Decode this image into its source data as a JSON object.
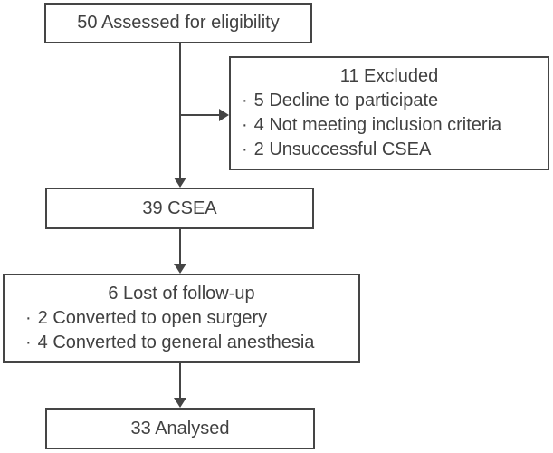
{
  "flowchart": {
    "bullet_char": "·",
    "colors": {
      "line": "#454545",
      "text": "#414141",
      "background": "#ffffff"
    },
    "boxes": {
      "assessed": {
        "label": "50 Assessed for eligibility"
      },
      "excluded": {
        "title": "11 Excluded",
        "items": [
          "5 Decline to participate",
          "4 Not meeting inclusion criteria",
          "2 Unsuccessful CSEA"
        ]
      },
      "csea": {
        "label": "39 CSEA"
      },
      "lost": {
        "title": "6 Lost of follow-up",
        "items": [
          "2 Converted to open surgery",
          "4 Converted to general anesthesia"
        ]
      },
      "analysed": {
        "label": "33 Analysed"
      }
    }
  }
}
